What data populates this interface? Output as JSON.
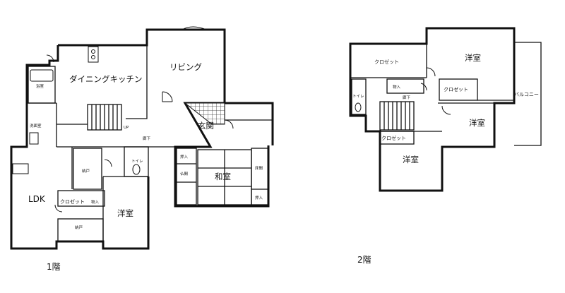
{
  "floor1": {
    "caption": "1階",
    "rooms": {
      "dining_kitchen": "ダイニングキッチン",
      "living": "リビング",
      "bath": "浴室",
      "washroom": "洗面室",
      "ldk": "LDK",
      "storage_1": "納戸",
      "storage_2": "納戸",
      "closet": "クロゼット",
      "closet_in": "物入",
      "western": "洋室",
      "toilet": "トイレ",
      "entrance": "玄関",
      "corridor": "廊下",
      "up": "UP",
      "oshiire_1": "押入",
      "butsuma": "仏間",
      "japanese": "和室",
      "tokonoma": "床間",
      "oshiire_2": "押入"
    }
  },
  "floor2": {
    "caption": "2階",
    "rooms": {
      "closet_large": "クロゼット",
      "western_top": "洋室",
      "balcony": "バルコニー",
      "toilet": "トイレ",
      "closet_in": "物入",
      "corridor": "廊下",
      "closet_mid": "クロゼット",
      "western_mid": "洋室",
      "closet_small": "クロゼット",
      "western_bottom": "洋室"
    }
  }
}
